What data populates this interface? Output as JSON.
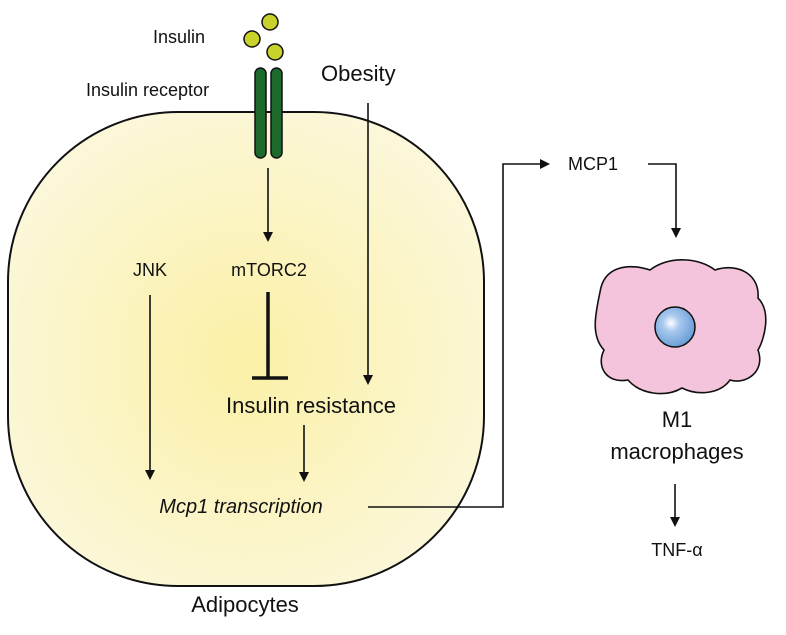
{
  "labels": {
    "insulin": "Insulin",
    "insulin_receptor": "Insulin receptor",
    "obesity": "Obesity",
    "mcp1": "MCP1",
    "jnk": "JNK",
    "mtorc2": "mTORC2",
    "insulin_resistance": "Insulin resistance",
    "mcp1_transcription": "Mcp1 transcription",
    "m1": "M1",
    "macrophages": "macrophages",
    "tnf": "TNF-α",
    "adipocytes": "Adipocytes"
  },
  "colors": {
    "cell_center": "#fbf0a6",
    "cell_edge": "#fbf7d8",
    "cell_stroke": "#111111",
    "insulin_ball": "#c9d22a",
    "receptor": "#1d6a2c",
    "macrophage": "#f4c3dc",
    "nucleus": "#7faee0"
  },
  "icons": [
    "insulin-molecule-icon",
    "insulin-receptor-icon",
    "macrophage-cell-icon",
    "macrophage-nucleus-icon"
  ]
}
